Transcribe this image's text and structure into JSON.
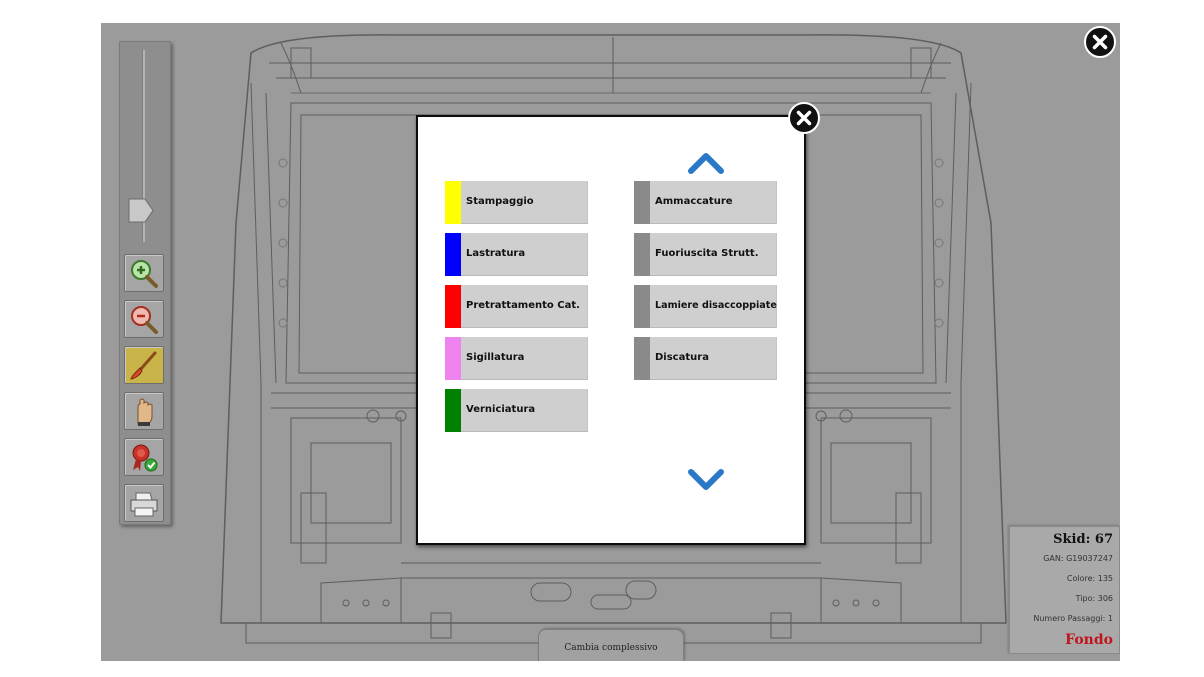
{
  "colors": {
    "stampaggio": "#ffff00",
    "lastratura": "#0000ff",
    "pretrattamento": "#ff0000",
    "sigillatura": "#ee82ee",
    "verniciatura": "#008000",
    "defect_gray": "#8a8a8a",
    "fondo_red": "#c0141b"
  },
  "toolbar": {
    "tools": [
      {
        "name": "zoom-in-icon"
      },
      {
        "name": "zoom-out-icon"
      },
      {
        "name": "paint-brush-icon"
      },
      {
        "name": "hand-icon"
      },
      {
        "name": "certificate-check-icon"
      },
      {
        "name": "printer-icon"
      }
    ]
  },
  "modal": {
    "process_categories": [
      {
        "label": "Stampaggio",
        "color": "#ffff00"
      },
      {
        "label": "Lastratura",
        "color": "#0000ff"
      },
      {
        "label": "Pretrattamento Cat.",
        "color": "#ff0000"
      },
      {
        "label": "Sigillatura",
        "color": "#ee82ee"
      },
      {
        "label": "Verniciatura",
        "color": "#008000"
      }
    ],
    "defect_categories": [
      {
        "label": "Ammaccature",
        "color": "#8a8a8a"
      },
      {
        "label": "Fuoriuscita Strutt.",
        "color": "#8a8a8a"
      },
      {
        "label": "Lamiere disaccoppiate",
        "color": "#8a8a8a"
      },
      {
        "label": "Discatura",
        "color": "#8a8a8a"
      }
    ]
  },
  "info": {
    "skid": "Skid: 67",
    "gan": "GAN: G19037247",
    "colore": "Colore: 135",
    "tipo": "Tipo: 306",
    "passaggi": "Numero Passaggi: 1",
    "status": "Fondo"
  },
  "bottom_tab": {
    "label": "Cambia complessivo"
  }
}
